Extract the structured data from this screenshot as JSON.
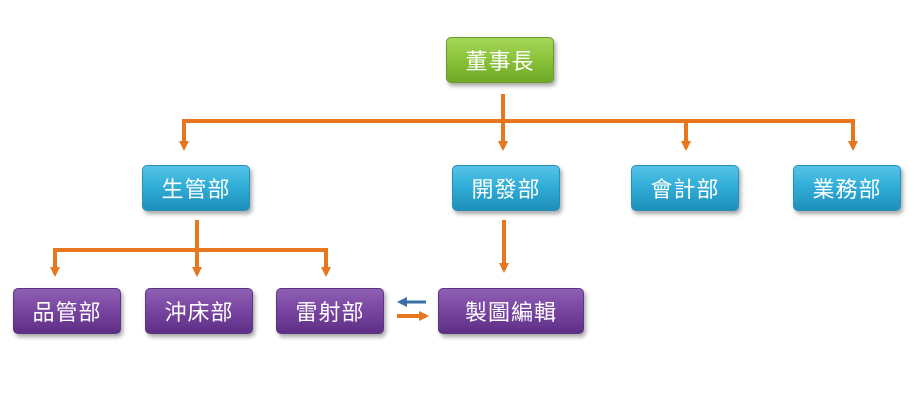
{
  "org_chart": {
    "root": {
      "label": "董事長"
    },
    "departments": [
      {
        "label": "生管部"
      },
      {
        "label": "開發部"
      },
      {
        "label": "會計部"
      },
      {
        "label": "業務部"
      }
    ],
    "sub_units": [
      {
        "label": "品管部"
      },
      {
        "label": "沖床部"
      },
      {
        "label": "雷射部"
      },
      {
        "label": "製圖編輯"
      }
    ]
  },
  "colors": {
    "root_fill": "#8cc43c",
    "department_fill": "#31aed8",
    "sub_unit_fill": "#7a47a2",
    "connector": "#e8761e",
    "return_arrow": "#3a6ea8"
  }
}
